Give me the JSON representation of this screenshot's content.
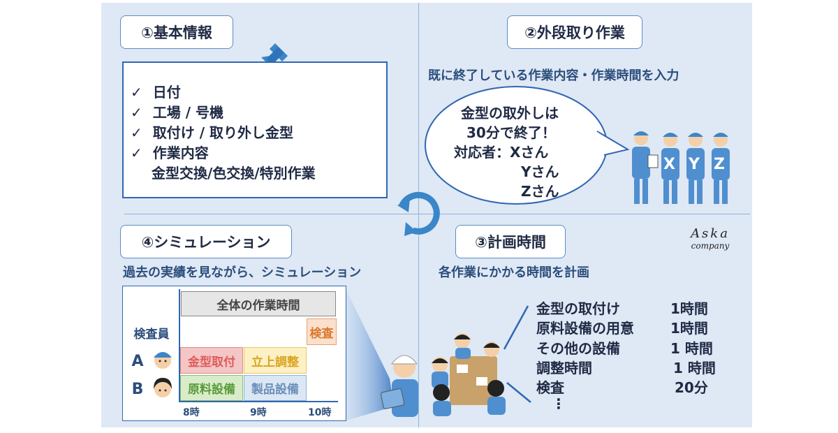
{
  "section1": {
    "title": "①基本情報",
    "items": [
      "日付",
      "工場 / 号機",
      "取付け / 取り外し金型",
      "作業内容"
    ],
    "item4_detail": "金型交換/色交換/特別作業"
  },
  "section2": {
    "title": "②外段取り作業",
    "subtitle": "既に終了している作業内容・作業時間を入力",
    "bubble": {
      "line1": "金型の取外しは",
      "line2": "30分で終了！",
      "line3": "対応者：Xさん",
      "line4": "Yさん",
      "line5": "Zさん"
    },
    "workers": [
      "X",
      "Y",
      "Z"
    ]
  },
  "section3": {
    "title": "③計画時間",
    "subtitle": "各作業にかかる時間を計画",
    "plan": [
      {
        "task": "金型の取付け",
        "time": "1時間"
      },
      {
        "task": "原料設備の用意",
        "time": "1時間"
      },
      {
        "task": "その他の設備",
        "time": "1 時間"
      },
      {
        "task": "調整時間",
        "time": "1 時間"
      },
      {
        "task": "検査",
        "time": "20分"
      }
    ],
    "ellipsis": "⋮"
  },
  "section4": {
    "title": "④シミュレーション",
    "subtitle": "過去の実績を見ながら、シミュレーション",
    "table": {
      "header": "全体の作業時間",
      "inspector_label": "検査員",
      "inspection": "検査",
      "row_a_label": "A",
      "row_b_label": "B",
      "a_tasks": [
        "金型取付",
        "立上調整"
      ],
      "b_tasks": [
        "原料設備",
        "製品設備"
      ],
      "ticks": [
        "8時",
        "9時",
        "10時"
      ]
    }
  },
  "logo": {
    "line1": "Aska",
    "line2": "company"
  },
  "colors": {
    "panel": "#dfe8f5",
    "accent": "#2f67b1",
    "mold": "#f4c6c6",
    "adjust": "#fdf0c4",
    "material": "#d9ecc9",
    "product": "#dbe7f5",
    "inspection": "#fbe0cc"
  }
}
